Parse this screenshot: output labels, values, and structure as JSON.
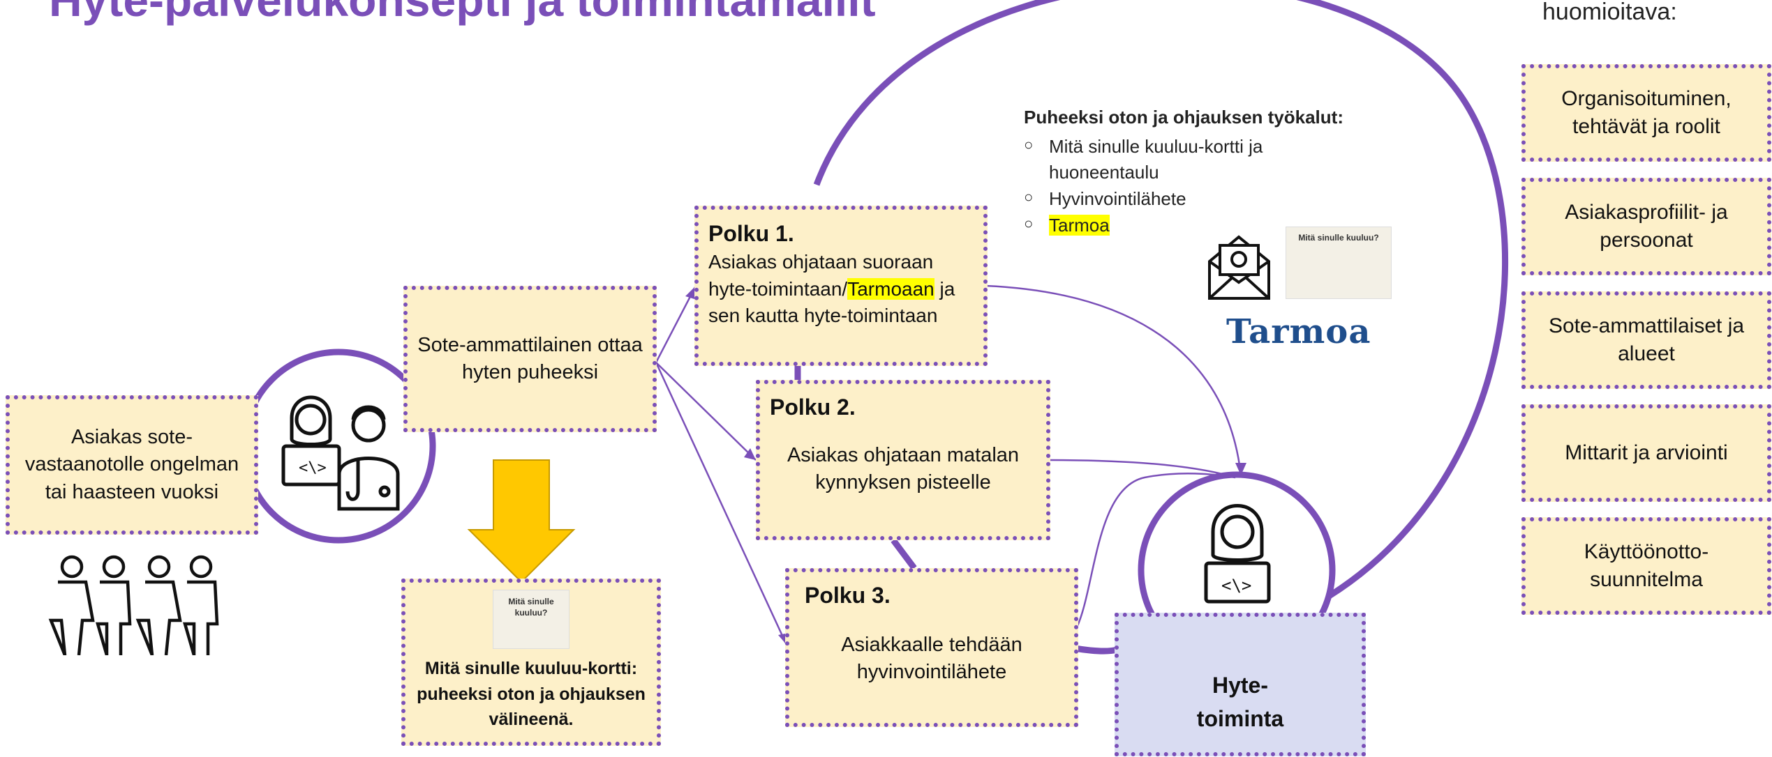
{
  "title": "Hyte-palvelukonsepti ja toimintamallit",
  "considered_label": "huomioitava:",
  "customer_box": "Asiakas sote-vastaanotolle ongelman tai haasteen vuoksi",
  "professional_box": "Sote-ammattilainen ottaa hyten puheeksi",
  "card_box": {
    "caption": "Mitä sinulle kuuluu-kortti: puheeksi oton ja ohjauksen välineenä.",
    "card_title": "Mitä sinulle kuuluu?"
  },
  "paths": [
    {
      "heading": "Polku 1.",
      "text_before": "Asiakas ohjataan suoraan hyte-toimintaan/",
      "highlight": "Tarmoaan",
      "text_after": "ja sen kautta hyte-toimintaan"
    },
    {
      "heading": "Polku 2.",
      "text": "Asiakas ohjataan matalan kynnyksen pisteelle"
    },
    {
      "heading": "Polku 3.",
      "text": "Asiakkaalle tehdään hyvinvointilähete"
    }
  ],
  "tools": {
    "heading": "Puheeksi oton ja ohjauksen työkalut:",
    "items": [
      "Mitä sinulle kuuluu-kortti ja huoneentaulu",
      "Hyvinvointilähete",
      "Tarmoa"
    ],
    "logo": "Tarmoa",
    "card_title": "Mitä sinulle kuuluu?"
  },
  "hyte_box": "Hyte-toiminta",
  "side_items": [
    "Organisoituminen, tehtävät ja roolit",
    "Asiakasprofiilit- ja persoonat",
    "Sote-ammattilaiset ja alueet",
    "Mittarit ja arviointi",
    "Käyttöönotto-suunnitelma"
  ],
  "icons": [
    "people-icon",
    "professionals-icon",
    "worker-icon",
    "mail-icon",
    "arrow-down-icon"
  ],
  "colors": {
    "purple": "#7a4fb8",
    "box_fill": "#fdf0c9",
    "hyte_fill": "#d9dcf2",
    "arrow": "#ffc800",
    "highlight": "#ffff00"
  }
}
